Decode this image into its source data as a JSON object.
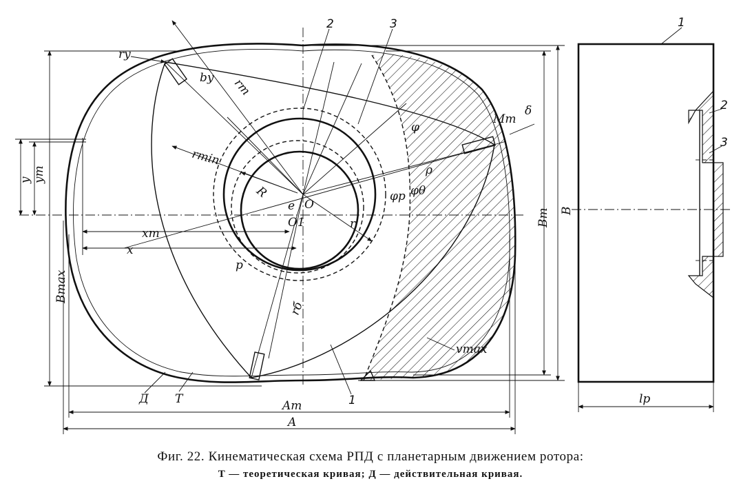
{
  "labels": {
    "ry": "rу",
    "by": "bу",
    "rt": "rт",
    "part2": "2",
    "part3": "3",
    "phi": "φ",
    "mt": "Mт",
    "delta": "δ",
    "rmin": "rmin",
    "rho": "ρ",
    "R": "R",
    "e": "e",
    "O": "O",
    "O1": "O1",
    "phi_p": "φp",
    "phi_theta": "φθ",
    "y": "y",
    "yt": "yт",
    "xt": "xт",
    "x": "x",
    "p": "p",
    "r": "r",
    "rb": "rб",
    "bmax": "Bmax",
    "bt": "Bт",
    "B": "B",
    "vmax": "vmax",
    "D": "Д",
    "T": "T",
    "part1": "1",
    "AT": "Aт",
    "A": "A",
    "side1": "1",
    "side2": "2",
    "side3": "3",
    "lp": "lp"
  },
  "caption": {
    "line1": "Фиг. 22. Кинематическая схема РПД с планетарным движением ротора:",
    "line2": "T — теоретическая кривая; Д — действительная кривая."
  }
}
